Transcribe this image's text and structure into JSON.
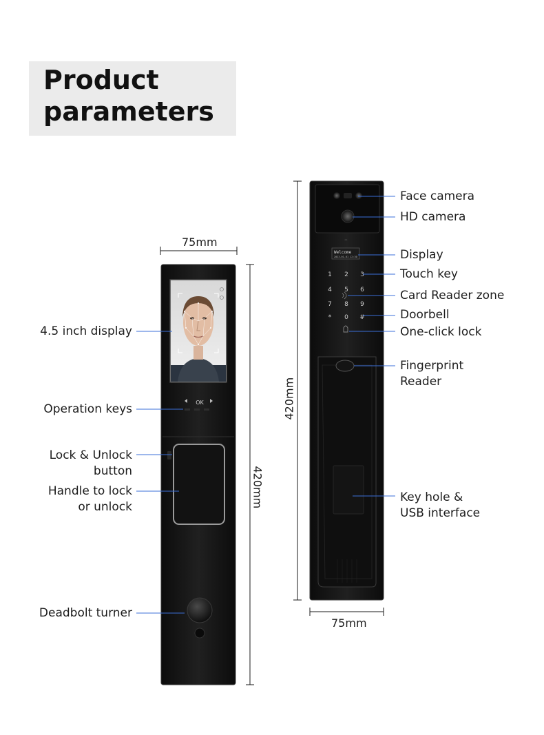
{
  "title": {
    "line1": "Product",
    "line2": "parameters"
  },
  "left_device": {
    "width_label": "75mm",
    "height_label": "420mm",
    "key_ok": "OK",
    "labels": {
      "display": "4.5 inch display",
      "operation_keys": "Operation keys",
      "lock_unlock_1": "Lock & Unlock",
      "lock_unlock_2": "button",
      "handle_1": "Handle to lock",
      "handle_2": "or unlock",
      "deadbolt": "Deadbolt turner"
    }
  },
  "right_device": {
    "width_label": "75mm",
    "height_label": "420mm",
    "screen_line1": "Welcome",
    "screen_line2": "2023-01-01 12:30",
    "keypad": [
      "1",
      "2",
      "3",
      "4",
      "5",
      "6",
      "7",
      "8",
      "9",
      "*",
      "0",
      "#"
    ],
    "labels": {
      "face_camera": "Face camera",
      "hd_camera": "HD camera",
      "display": "Display",
      "touch_key": "Touch key",
      "card_reader": "Card Reader zone",
      "doorbell": "Doorbell",
      "one_click": "One-click lock",
      "fingerprint_1": "Fingerprint",
      "fingerprint_2": "Reader",
      "keyhole_1": "Key hole &",
      "keyhole_2": "USB interface"
    }
  },
  "colors": {
    "callout_line": "#3b6fd8",
    "device_body": "#161616",
    "title_bg": "#ebebeb"
  }
}
